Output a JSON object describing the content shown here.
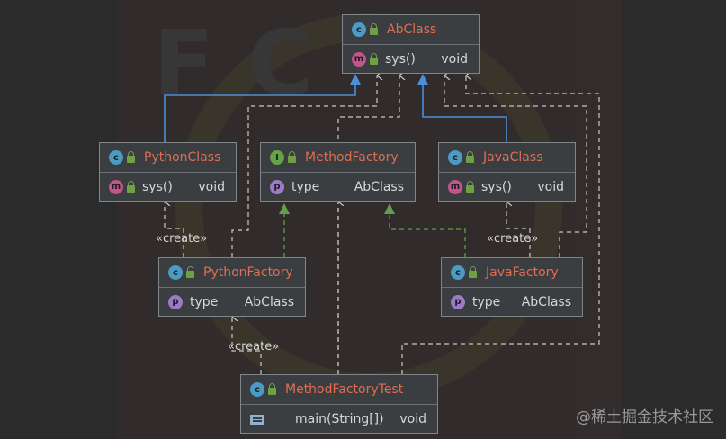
{
  "classes": {
    "abclass": {
      "name": "AbClass",
      "member": "sys()",
      "member_type": "void"
    },
    "pythonclass": {
      "name": "PythonClass",
      "member": "sys()",
      "member_type": "void"
    },
    "methodfactory": {
      "name": "MethodFactory",
      "member": "type",
      "member_type": "AbClass"
    },
    "javaclass": {
      "name": "JavaClass",
      "member": "sys()",
      "member_type": "void"
    },
    "pythonfactory": {
      "name": "PythonFactory",
      "member": "type",
      "member_type": "AbClass"
    },
    "javafactory": {
      "name": "JavaFactory",
      "member": "type",
      "member_type": "AbClass"
    },
    "methodfactorytest": {
      "name": "MethodFactoryTest",
      "member": "main(String[])",
      "member_type": "void"
    }
  },
  "labels": {
    "create_python": "«create»",
    "create_java": "«create»",
    "create_test": "«create»"
  },
  "badges": {
    "class": "c",
    "interface": "I",
    "method": "m",
    "property": "p"
  },
  "icons": {
    "class": "class-icon",
    "interface": "interface-icon",
    "method": "method-icon",
    "property": "property-icon",
    "public": "lock-icon",
    "main": "main-method-icon"
  },
  "colors": {
    "background": "#2b2b2b",
    "box": "#3b3e40",
    "class_name": "#e26c50",
    "inheritance": "#4a8fd8",
    "implementation": "#5fa04a",
    "dependency": "#c8c8c8"
  },
  "watermark": "@稀土掘金技术社区"
}
